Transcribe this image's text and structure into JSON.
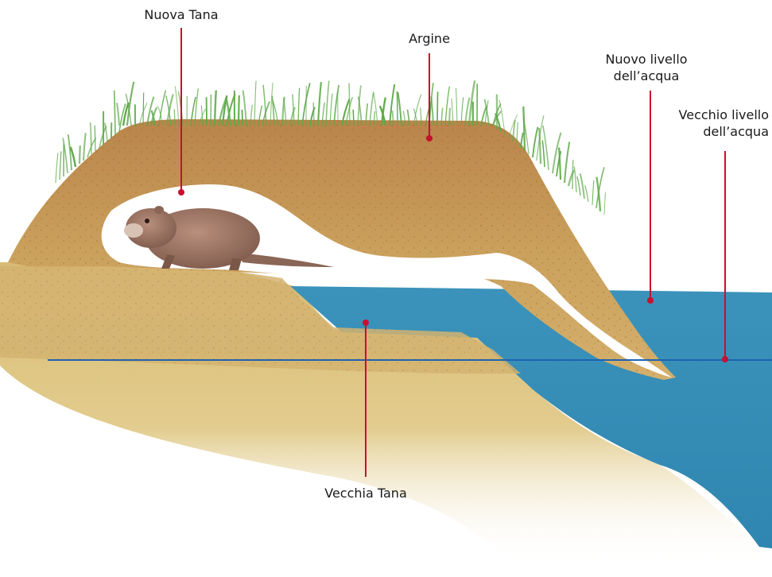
{
  "labels": {
    "nuova_tana": "Nuova Tana",
    "argine": "Argine",
    "nuovo_livello_line1": "Nuovo livello",
    "nuovo_livello_line2": "dell’acqua",
    "vecchio_livello_line1": "Vecchio livello",
    "vecchio_livello_line2": "dell’acqua",
    "vecchia_tana": "Vecchia Tana"
  },
  "colors": {
    "leader_line": "#c8102e",
    "water": "#3a8fb5",
    "soil": "#c99a54",
    "sand": "#dcc27e",
    "grass": "#5da848",
    "old_water_line": "#1f63b0"
  }
}
